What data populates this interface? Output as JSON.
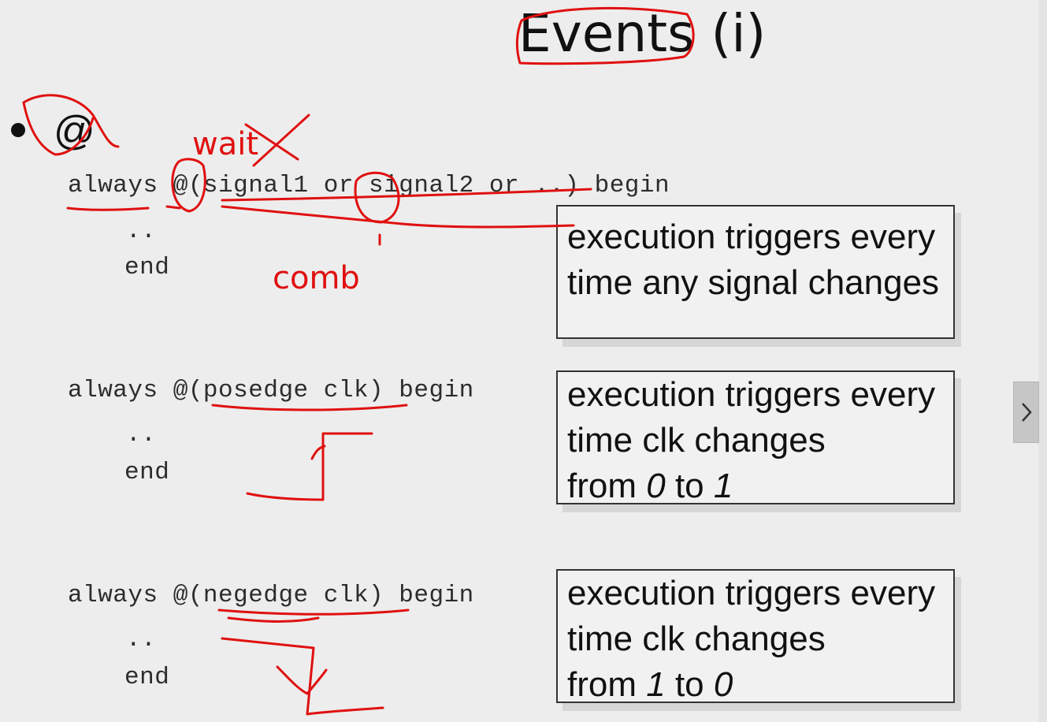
{
  "slide": {
    "title": "Events (i)",
    "bullet": "@",
    "blocks": [
      {
        "code": {
          "head": "always @(signal1 or signal2 or ..) begin",
          "body": "..",
          "end": "end"
        },
        "box": {
          "line1": "execution triggers every",
          "line2": "time any signal changes"
        }
      },
      {
        "code": {
          "head": "always @(posedge clk) begin",
          "body": "..",
          "end": "end"
        },
        "box": {
          "line1": "execution triggers every",
          "line2": "time clk changes",
          "line3_pre": "from ",
          "line3_a": "0",
          "line3_mid": " to ",
          "line3_b": "1"
        }
      },
      {
        "code": {
          "head": "always @(negedge clk) begin",
          "body": "..",
          "end": "end"
        },
        "box": {
          "line1": "execution triggers every",
          "line2": "time clk changes",
          "line3_pre": "from ",
          "line3_a": "1",
          "line3_mid": " to ",
          "line3_b": "0"
        }
      }
    ]
  },
  "annotations": {
    "wait": "wait",
    "comb": "comb",
    "color": "#e01010"
  },
  "nav": {
    "next_icon": "chevron-right-icon"
  }
}
